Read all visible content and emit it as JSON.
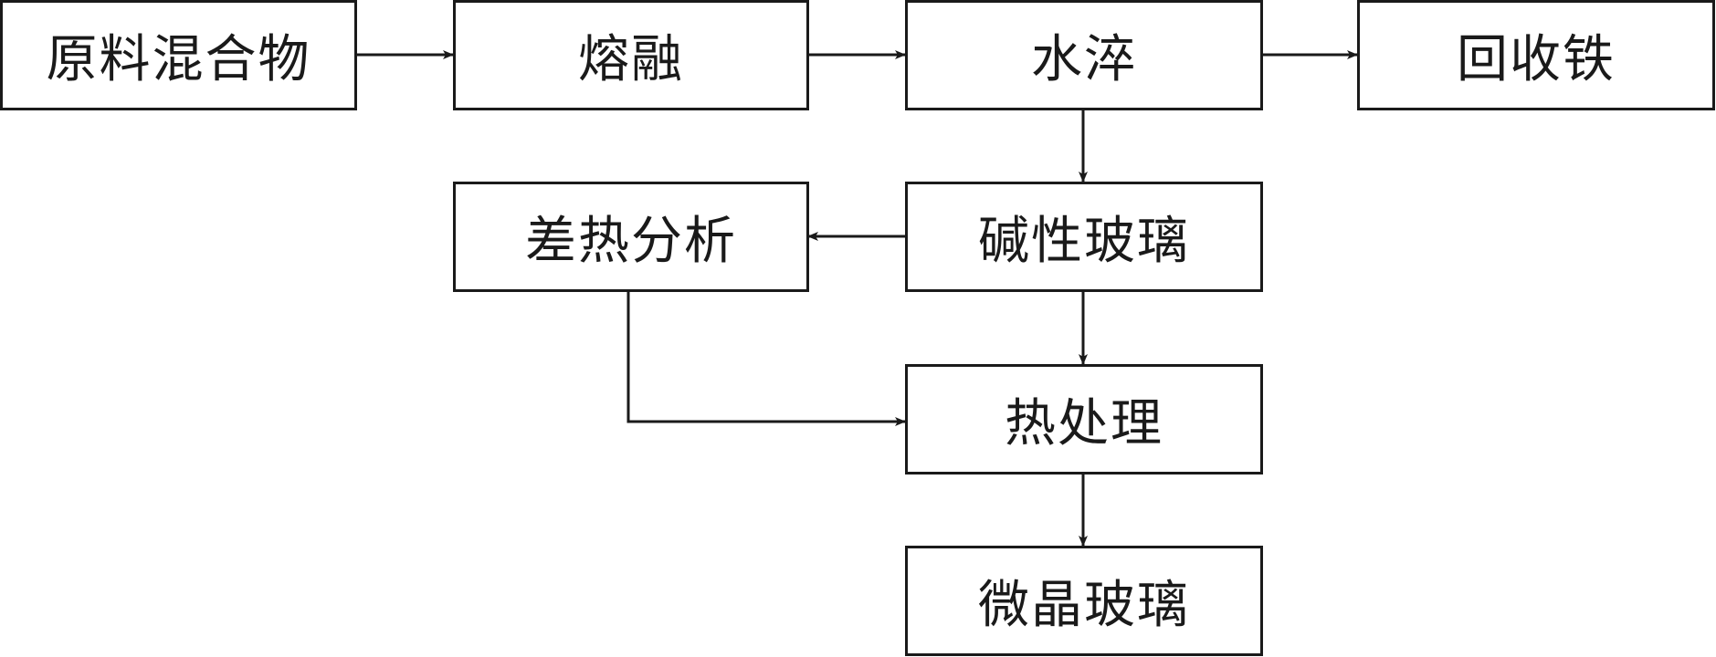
{
  "nodes": {
    "raw_mix": "原料混合物",
    "melting": "熔融",
    "water_quench": "水淬",
    "recover_iron": "回收铁",
    "dta": "差热分析",
    "alkaline_glass": "碱性玻璃",
    "heat_treatment": "热处理",
    "glass_ceramic": "微晶玻璃"
  },
  "edges": [
    {
      "from": "raw_mix",
      "to": "melting"
    },
    {
      "from": "melting",
      "to": "water_quench"
    },
    {
      "from": "water_quench",
      "to": "recover_iron"
    },
    {
      "from": "water_quench",
      "to": "alkaline_glass"
    },
    {
      "from": "alkaline_glass",
      "to": "dta"
    },
    {
      "from": "alkaline_glass",
      "to": "heat_treatment"
    },
    {
      "from": "dta",
      "to": "heat_treatment"
    },
    {
      "from": "heat_treatment",
      "to": "glass_ceramic"
    }
  ],
  "colors": {
    "stroke": "#1a1a1a",
    "background": "#ffffff"
  }
}
